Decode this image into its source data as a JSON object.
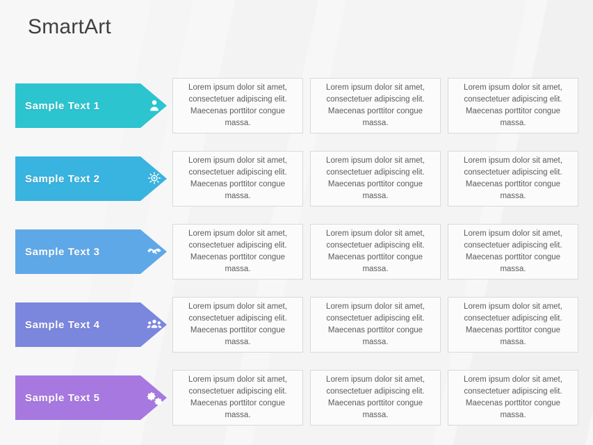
{
  "title": "SmartArt",
  "colors": {
    "row1": "#2bc4cf",
    "row2": "#39b3df",
    "row3": "#5fa8e8",
    "row4": "#7b86dd",
    "row5": "#a678e0",
    "box_border": "#d9d9d9",
    "box_fill": "#fbfbfb",
    "text": "#5b5b5b",
    "title": "#404040"
  },
  "body_text": "Lorem ipsum dolor sit amet, consectetuer adipiscing elit. Maecenas porttitor congue massa.",
  "rows": [
    {
      "label": "Sample Text 1",
      "icon": "person-icon",
      "color": "#2bc4cf",
      "boxes": [
        "Lorem ipsum dolor sit amet, consectetuer adipiscing elit. Maecenas porttitor congue massa.",
        "Lorem ipsum dolor sit amet, consectetuer adipiscing elit. Maecenas porttitor congue massa.",
        "Lorem ipsum dolor sit amet, consectetuer adipiscing elit. Maecenas porttitor congue massa."
      ]
    },
    {
      "label": "Sample Text 2",
      "icon": "lightbulb-icon",
      "color": "#39b3df",
      "boxes": [
        "Lorem ipsum dolor sit amet, consectetuer adipiscing elit. Maecenas porttitor congue massa.",
        "Lorem ipsum dolor sit amet, consectetuer adipiscing elit. Maecenas porttitor congue massa.",
        "Lorem ipsum dolor sit amet, consectetuer adipiscing elit. Maecenas porttitor congue massa."
      ]
    },
    {
      "label": "Sample Text 3",
      "icon": "handshake-icon",
      "color": "#5fa8e8",
      "boxes": [
        "Lorem ipsum dolor sit amet, consectetuer adipiscing elit. Maecenas porttitor congue massa.",
        "Lorem ipsum dolor sit amet, consectetuer adipiscing elit. Maecenas porttitor congue massa.",
        "Lorem ipsum dolor sit amet, consectetuer adipiscing elit. Maecenas porttitor congue massa."
      ]
    },
    {
      "label": "Sample Text 4",
      "icon": "people-group-icon",
      "color": "#7b86dd",
      "boxes": [
        "Lorem ipsum dolor sit amet, consectetuer adipiscing elit. Maecenas porttitor congue massa.",
        "Lorem ipsum dolor sit amet, consectetuer adipiscing elit. Maecenas porttitor congue massa.",
        "Lorem ipsum dolor sit amet, consectetuer adipiscing elit. Maecenas porttitor congue massa."
      ]
    },
    {
      "label": "Sample Text 5",
      "icon": "gears-icon",
      "color": "#a678e0",
      "boxes": [
        "Lorem ipsum dolor sit amet, consectetuer adipiscing elit. Maecenas porttitor congue massa.",
        "Lorem ipsum dolor sit amet, consectetuer adipiscing elit. Maecenas porttitor congue massa.",
        "Lorem ipsum dolor sit amet, consectetuer adipiscing elit. Maecenas porttitor congue massa."
      ]
    }
  ]
}
